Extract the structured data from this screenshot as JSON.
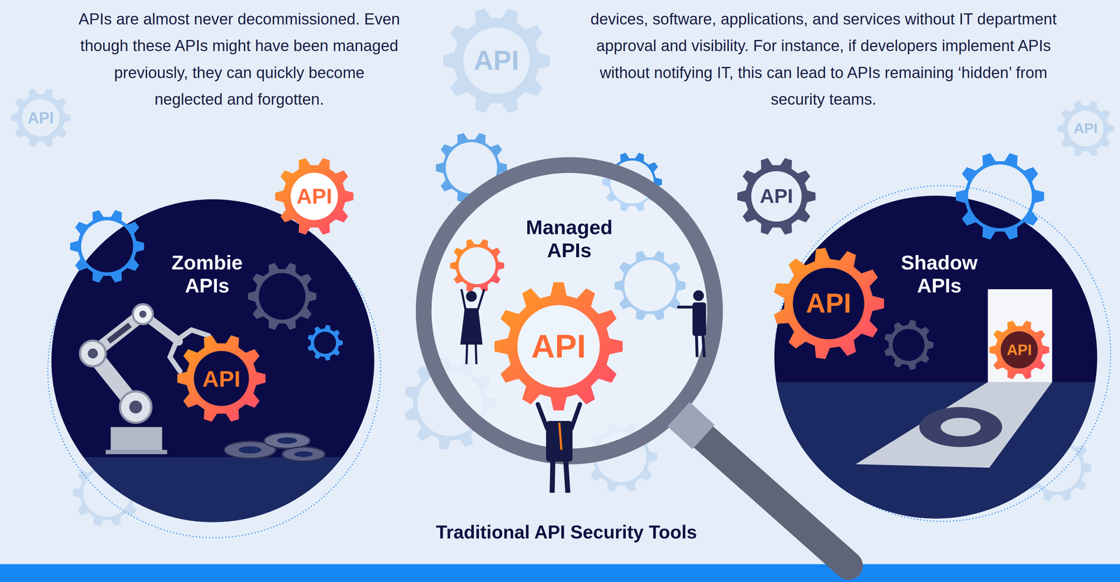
{
  "diagram": {
    "nodes": [
      {
        "text": [
          "Zombie APIs"
        ]
      },
      {
        "text": [
          "Managed APIs"
        ]
      },
      {
        "text": [
          "Shadow APIs"
        ]
      }
    ],
    "labels": [
      "APIs are almost never decommissioned. Even though these APIs might have been managed previously, they can quickly become neglected and forgotten.",
      "devices, software, applications, and services without IT department approval and visibility. For instance, if developers implement APIs without notifying IT, this can lead to APIs remaining ‘hidden’ from security teams.",
      "API",
      "API",
      "API",
      "API",
      "API",
      "API",
      "API",
      "API",
      "API",
      "Traditional API Security Tools"
    ]
  }
}
